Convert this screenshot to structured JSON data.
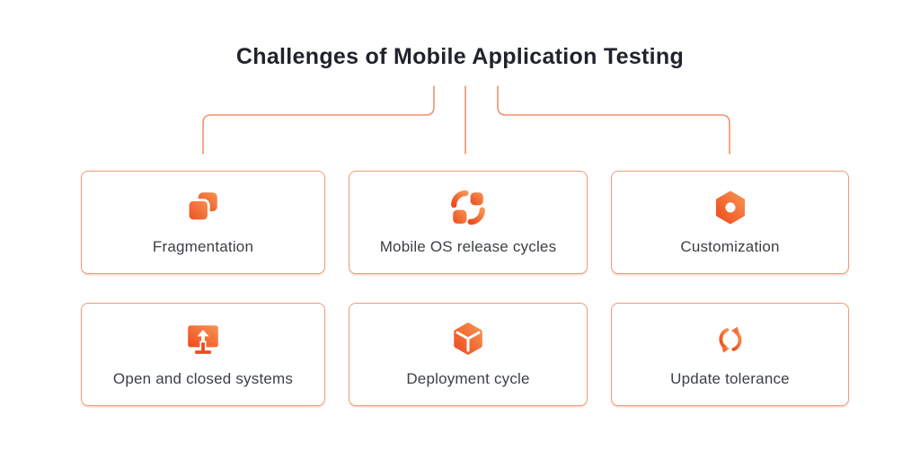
{
  "title": "Challenges of Mobile Application Testing",
  "cards": [
    {
      "label": "Fragmentation",
      "icon": "overlapping-squares-icon"
    },
    {
      "label": "Mobile OS release cycles",
      "icon": "quote-marks-cycle-icon"
    },
    {
      "label": "Customization",
      "icon": "hexagon-nut-icon"
    },
    {
      "label": "Open and closed systems",
      "icon": "monitor-upload-icon"
    },
    {
      "label": "Deployment cycle",
      "icon": "package-cube-icon"
    },
    {
      "label": "Update tolerance",
      "icon": "refresh-arrows-icon"
    }
  ],
  "colors": {
    "accent_orange": "#f4511e",
    "accent_orange_dark": "#ee4c1d",
    "accent_orange_light": "#f79352",
    "card_border": "#f2997a",
    "connector_line": "#f0916d",
    "title_text": "#1f232b",
    "label_text": "#3c4045",
    "background": "#ffffff"
  }
}
